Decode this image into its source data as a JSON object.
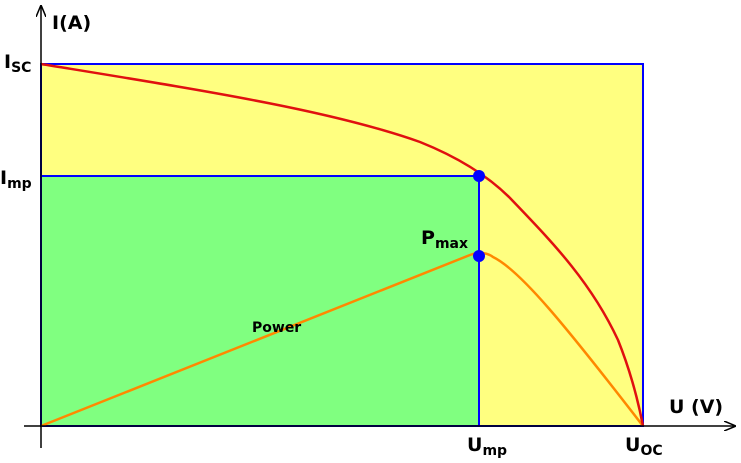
{
  "diagram": {
    "axes": {
      "y_label": "I(A)",
      "x_label": "U (V)"
    },
    "markers": {
      "isc": {
        "main": "I",
        "sub": "SC"
      },
      "imp": {
        "main": "I",
        "sub": "mp"
      },
      "ump": {
        "main": "U",
        "sub": "mp"
      },
      "uoc": {
        "main": "U",
        "sub": "OC"
      },
      "pmax": {
        "main": "P",
        "sub": "max"
      }
    },
    "curves": {
      "power_label": "Power"
    },
    "colors": {
      "rect_outer_fill": "#ffff80",
      "rect_inner_fill": "#80ff80",
      "rect_stroke": "#0000ff",
      "iv_curve": "#e01010",
      "power_curve": "#ff8800",
      "points": "#0000ff",
      "axes": "#000000"
    }
  }
}
